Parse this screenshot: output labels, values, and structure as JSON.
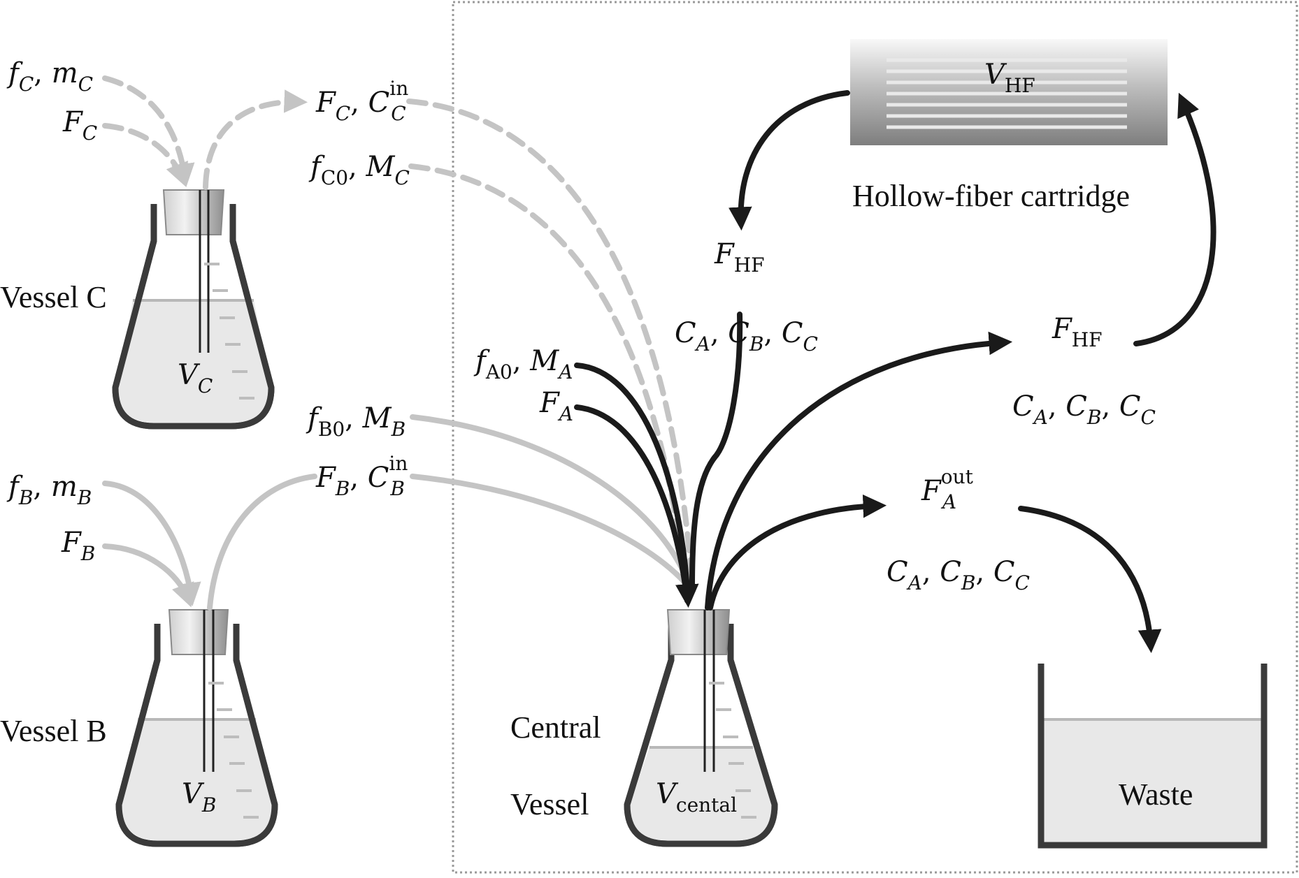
{
  "colors": {
    "dark": "#1a1a1a",
    "gray": "#c4c4c4",
    "liquid": "#e8e8e8",
    "flask_outline": "#3a3a3a",
    "cap": "#b0b0b0",
    "frame": "#9a9a9a"
  },
  "vessels": {
    "vessel_c": {
      "name": "Vessel C",
      "volume_var": "V",
      "volume_sub": "C"
    },
    "vessel_b": {
      "name": "Vessel B",
      "volume_var": "V",
      "volume_sub": "B"
    },
    "central": {
      "name_line1": "Central",
      "name_line2": "Vessel",
      "volume_var": "V",
      "volume_sub": "cental"
    }
  },
  "cartridge": {
    "name": "Hollow-fiber cartridge",
    "volume_var": "V",
    "volume_sub": "HF"
  },
  "waste": {
    "name": "Waste"
  },
  "labels": {
    "f": "f",
    "m": "m",
    "M": "M",
    "F": "F",
    "C": "C",
    "comma": ", ",
    "sub_A": "A",
    "sub_B": "B",
    "sub_C": "C",
    "sub_A0": "A0",
    "sub_B0": "B0",
    "sub_C0": "C0",
    "sub_HF": "HF",
    "sup_in": "in",
    "sup_out": "out"
  }
}
